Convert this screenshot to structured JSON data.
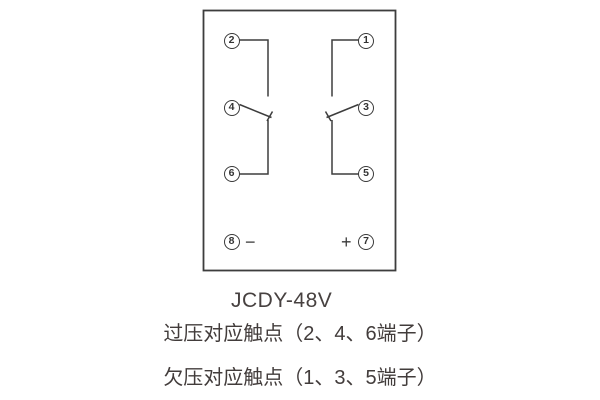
{
  "diagram": {
    "terminals": {
      "t2": "2",
      "t1": "1",
      "t4": "4",
      "t3": "3",
      "t6": "6",
      "t5": "5",
      "t8": "8",
      "t7": "7"
    },
    "polarity": {
      "minus": "−",
      "plus": "+"
    }
  },
  "labels": {
    "model": "JCDY-48V",
    "overvoltage": "过压对应触点（2、4、6端子）",
    "undervoltage": "欠压对应触点（1、3、5端子）"
  },
  "colors": {
    "line": "#3d3d3d",
    "text": "#423c3b",
    "background": "#ffffff"
  }
}
